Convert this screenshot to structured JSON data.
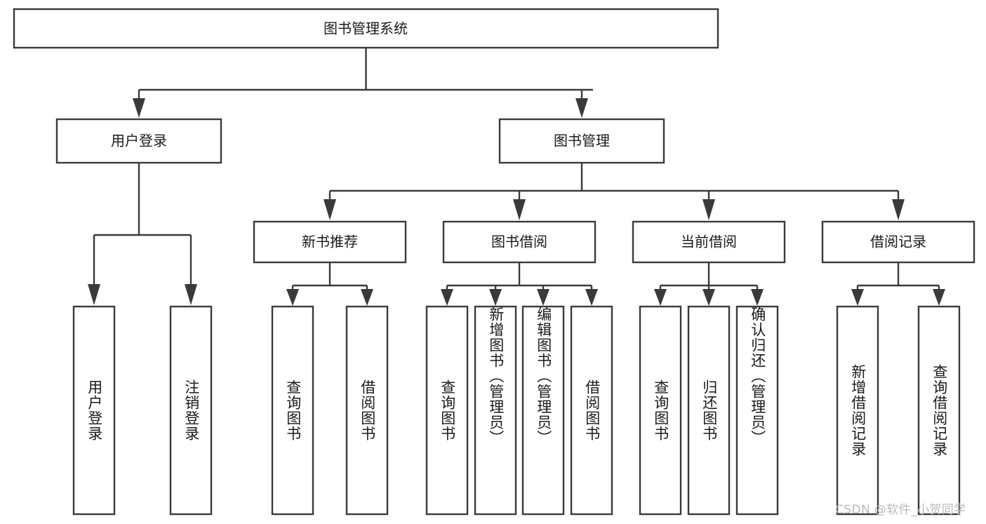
{
  "diagram": {
    "type": "tree-hierarchy",
    "title": "图书管理系统",
    "watermark": "CSDN @软件_小贺同学",
    "colors": {
      "stroke": "#3a3a3a",
      "fill": "#ffffff",
      "text": "#1a1a1a",
      "watermark": "#b9b9b9"
    },
    "root": {
      "label": "图书管理系统"
    },
    "level2": [
      {
        "label": "用户登录"
      },
      {
        "label": "图书管理"
      }
    ],
    "level3": [
      {
        "label": "新书推荐"
      },
      {
        "label": "图书借阅"
      },
      {
        "label": "当前借阅"
      },
      {
        "label": "借阅记录"
      }
    ],
    "leaves": [
      {
        "label": "用户登录",
        "parent": "用户登录"
      },
      {
        "label": "注销登录",
        "parent": "用户登录"
      },
      {
        "label": "查询图书",
        "parent": "新书推荐"
      },
      {
        "label": "借阅图书",
        "parent": "新书推荐"
      },
      {
        "label": "查询图书",
        "parent": "图书借阅"
      },
      {
        "label": "新增图书（管理员）",
        "parent": "图书借阅"
      },
      {
        "label": "编辑图书（管理员）",
        "parent": "图书借阅"
      },
      {
        "label": "借阅图书",
        "parent": "图书借阅"
      },
      {
        "label": "查询图书",
        "parent": "当前借阅"
      },
      {
        "label": "归还图书",
        "parent": "当前借阅"
      },
      {
        "label": "确认归还（管理员）",
        "parent": "当前借阅"
      },
      {
        "label": "新增借阅记录",
        "parent": "借阅记录"
      },
      {
        "label": "查询借阅记录",
        "parent": "借阅记录"
      }
    ]
  }
}
